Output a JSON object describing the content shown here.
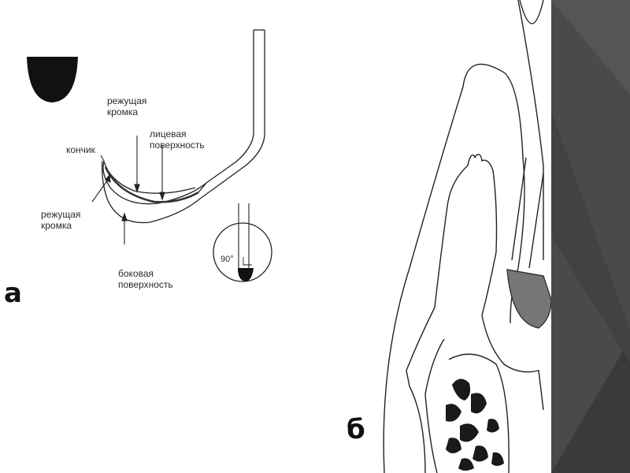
{
  "figure_a": {
    "panel_letter": "а",
    "labels": {
      "cutting_edge_top_line1": "режущая",
      "cutting_edge_top_line2": "кромка",
      "tip": "кончик",
      "face_line1": "лицевая",
      "face_line2": "поверхность",
      "cutting_edge_left_line1": "режущая",
      "cutting_edge_left_line2": "кромка",
      "lateral_line1": "боковая",
      "lateral_line2": "поверхность",
      "angle": "90°"
    }
  },
  "figure_b": {
    "panel_letter": "б"
  },
  "colors": {
    "background": "#ffffff",
    "ink": "#1a1a1a",
    "side_panel": "#4a4a4a",
    "side_panel_dark": "#3a3a3a"
  }
}
